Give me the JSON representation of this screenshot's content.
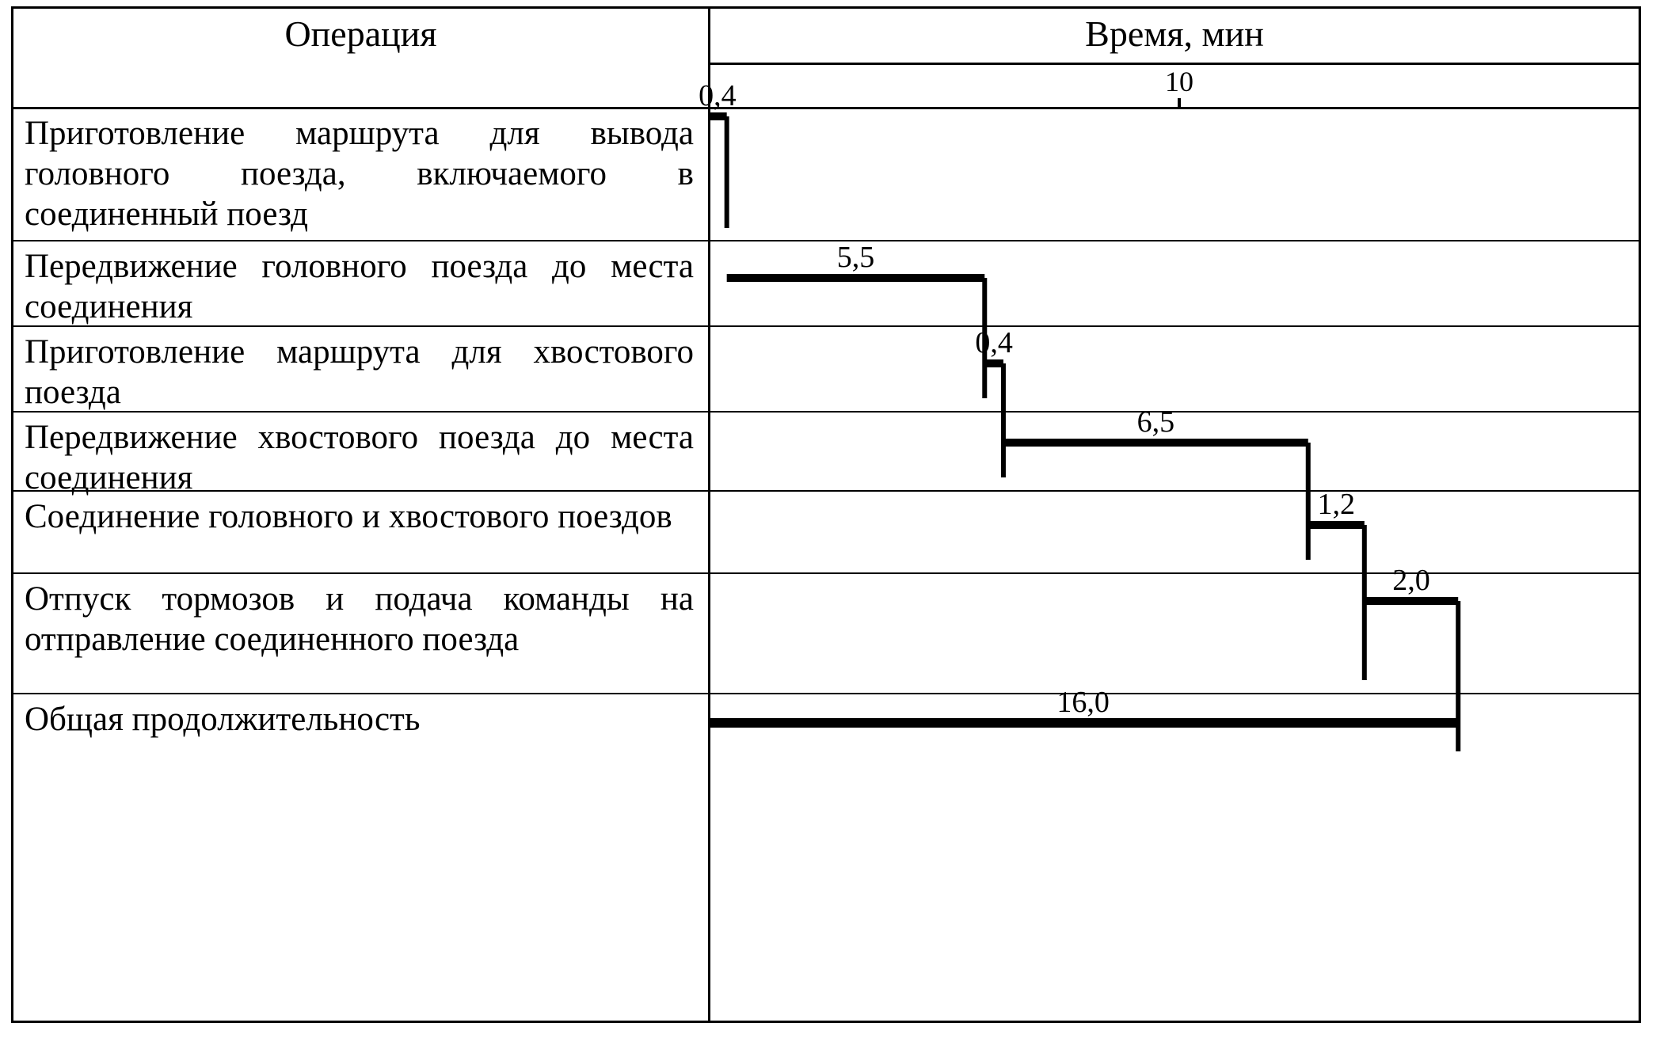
{
  "table": {
    "headers": {
      "operation": "Операция",
      "time": "Время, мин"
    },
    "scale": {
      "ticks": [
        {
          "label": "10",
          "value": 10
        }
      ]
    },
    "rows": [
      {
        "operation": "Приготовление маршрута для вывода головного поезда, включаемого в соединенный поезд",
        "value_label": "0,4"
      },
      {
        "operation": "Передвижение головного поезда до места соединения",
        "value_label": "5,5"
      },
      {
        "operation": "Приготовление маршрута для хвостового поезда",
        "value_label": "0,4"
      },
      {
        "operation": "Передвижение хвостового поезда до места соединения",
        "value_label": "6,5"
      },
      {
        "operation": "Соединение головного и хвостового поездов",
        "value_label": "1,2"
      },
      {
        "operation": "Отпуск тормозов и подача команды на отправление соединенного поезда",
        "value_label": "2,0"
      },
      {
        "operation": "Общая продолжительность",
        "value_label": "16,0"
      }
    ]
  },
  "chart_data": {
    "type": "bar",
    "title": "Время, мин",
    "xlabel": "Время, мин",
    "ylabel": "Операция",
    "orientation": "horizontal-cascade",
    "grid": false,
    "legend": null,
    "xlim": [
      0,
      17
    ],
    "xticks": [
      10
    ],
    "xticklabels": [
      "10"
    ],
    "categories": [
      "Приготовление маршрута для вывода головного поезда, включаемого в соединенный поезд",
      "Передвижение головного поезда до места соединения",
      "Приготовление маршрута для хвостового поезда",
      "Передвижение хвостового поезда до места соединения",
      "Соединение головного и хвостового поездов",
      "Отпуск тормозов и подача команды на отправление соединенного поезда",
      "Общая продолжительность"
    ],
    "values": [
      0.4,
      5.5,
      0.4,
      6.5,
      1.2,
      2.0,
      16.0
    ],
    "starts": [
      0.0,
      0.4,
      5.9,
      6.3,
      12.8,
      14.0,
      0.0
    ],
    "ends": [
      0.4,
      5.9,
      6.3,
      12.8,
      14.0,
      16.0,
      16.0
    ],
    "labels": [
      "0,4",
      "5,5",
      "0,4",
      "6,5",
      "1,2",
      "2,0",
      "16,0"
    ],
    "annotations": [
      "0,4",
      "5,5",
      "0,4",
      "6,5",
      "1,2",
      "2,0",
      "16,0"
    ]
  },
  "colors": {
    "line": "#000000",
    "background": "#ffffff",
    "text": "#000000"
  }
}
